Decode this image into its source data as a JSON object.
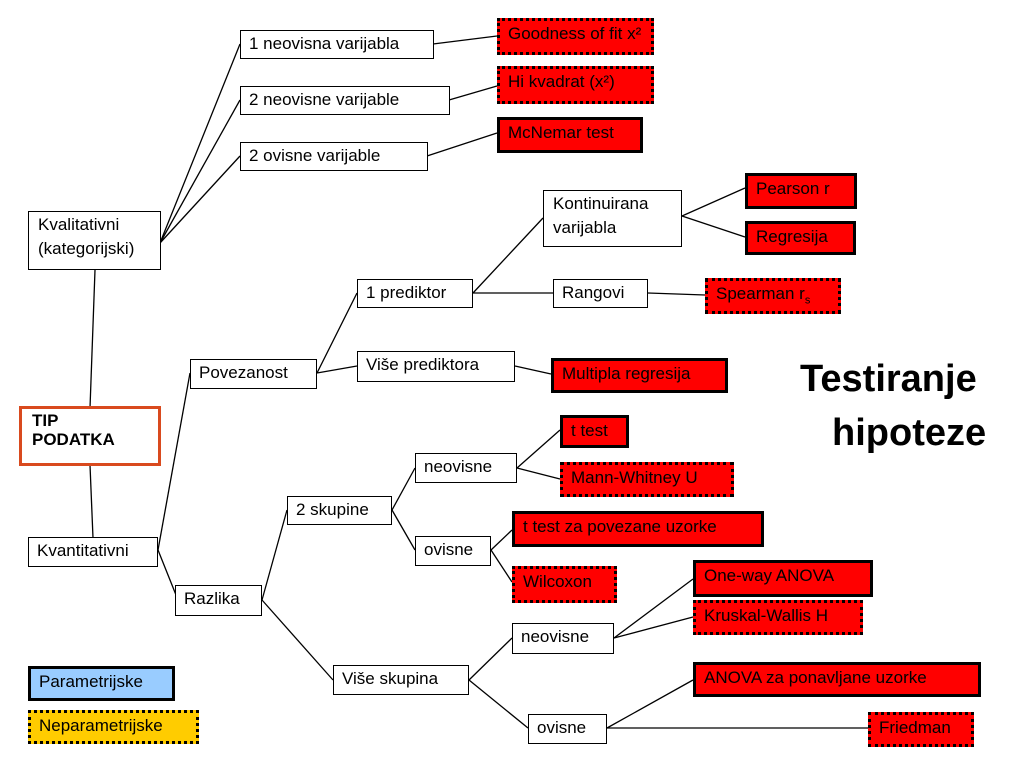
{
  "title": {
    "line1": "Testiranje",
    "line2": "hipoteze"
  },
  "root": "TIP\nPODATKA",
  "qualitative": {
    "label": "Kvalitativni\n(kategorijski)",
    "branches": [
      "1 neovisna varijabla",
      "2 neovisne varijable",
      "2 ovisne varijable"
    ],
    "tests": [
      "Goodness of fit x²",
      "Hi kvadrat (x²)",
      "McNemar test"
    ]
  },
  "quantitative": {
    "label": "Kvantitativni",
    "association": {
      "label": "Povezanost",
      "one_predictor": "1 prediktor",
      "multi_predictor": "Više prediktora",
      "continuous": "Kontinuirana\nvarijabla",
      "ranks": "Rangovi",
      "tests": {
        "pearson": "Pearson r",
        "regression": "Regresija",
        "spearman": "Spearman r",
        "spearman_sub": "s",
        "multiple_regression": "Multipla regresija"
      }
    },
    "difference": {
      "label": "Razlika",
      "two_groups": "2 skupine",
      "multi_groups": "Više skupina",
      "independent": "neovisne",
      "dependent": "ovisne",
      "tests": {
        "t_test": "t test",
        "mann_whitney": "Mann-Whitney U",
        "t_test_paired": "t test za povezane uzorke",
        "wilcoxon": "Wilcoxon",
        "anova": "One-way ANOVA",
        "kruskal": "Kruskal-Wallis H",
        "anova_repeated": "ANOVA za ponavljane uzorke",
        "friedman": "Friedman"
      }
    }
  },
  "legend": {
    "parametric": "Parametrijske",
    "nonparametric": "Neparametrijske"
  },
  "colors": {
    "test_fill": "#ff0000",
    "parametric": "#99ccff",
    "nonparametric": "#ffcc00",
    "root_border": "#d94a1e"
  }
}
